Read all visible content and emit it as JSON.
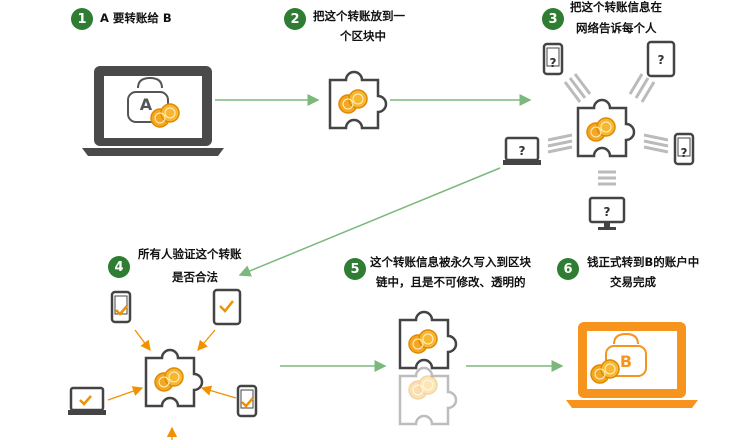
{
  "steps": [
    {
      "num": "1",
      "line1": "A 要转账给 B",
      "line2": ""
    },
    {
      "num": "2",
      "line1": "把这个转账放到一",
      "line2": "个区块中"
    },
    {
      "num": "3",
      "line1": "把这个转账信息在",
      "line2": "网络告诉每个人"
    },
    {
      "num": "4",
      "line1": "所有人验证这个转账",
      "line2": "是否合法"
    },
    {
      "num": "5",
      "line1": "这个转账信息被永久写入到区块",
      "line2": "链中，且是不可修改、透明的"
    },
    {
      "num": "6",
      "line1": "钱正式转到B的账户中",
      "line2": "交易完成"
    }
  ],
  "wallet_a_label": "A",
  "wallet_b_label": "B",
  "question_mark": "?",
  "colors": {
    "step_badge": "#2e7d32",
    "laptop_dark": "#4a4a4a",
    "laptop_orange": "#f7941d",
    "coin": "#f5a623",
    "arrow": "#7cb87c",
    "check": "#f29100"
  },
  "icons": [
    "wallet-icon",
    "puzzle-block-icon",
    "coin-icon",
    "phone-icon",
    "tablet-icon",
    "laptop-icon",
    "monitor-icon",
    "checkmark-icon"
  ]
}
